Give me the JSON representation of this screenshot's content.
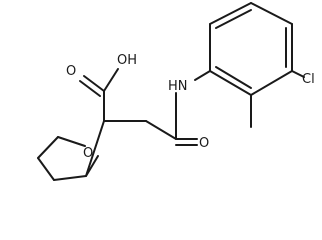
{
  "structure": {
    "atoms": {
      "hydroxyl": "OH",
      "carbonyl_o_acid": "O",
      "ring_oxygen": "O",
      "amide_nh": "HN",
      "amide_o": "O",
      "chloro": "Cl"
    }
  },
  "colors": {
    "bond": "#1a1a1a",
    "background": "#ffffff"
  }
}
